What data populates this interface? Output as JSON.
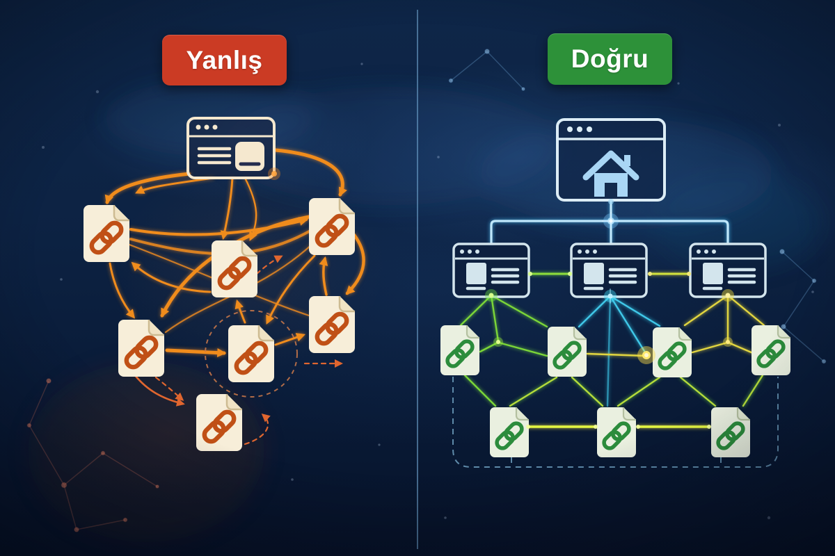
{
  "badges": {
    "wrong": {
      "label": "Yanlış",
      "bg": "#cb3b24",
      "fg": "#ffffff"
    },
    "correct": {
      "label": "Doğru",
      "bg": "#2d9139",
      "fg": "#ffffff"
    }
  },
  "divider": {
    "color": "#6fa3cd"
  },
  "wrong_panel": {
    "top_icon": "webpage-icon",
    "document_icon": "document-chain-link-icon",
    "document_count": 7,
    "arrow_color": "#f08c1e",
    "dashed_accent_color": "#e0662f",
    "page_fill": "#f7eed9",
    "chain_color": "#c05016",
    "has_dashed_circle": true
  },
  "correct_panel": {
    "top_icon": "homepage-browser-icon",
    "house_icon_color": "#a9d6f5",
    "category_window_count": 3,
    "document_icon": "document-chain-link-icon",
    "document_count_row1": 4,
    "document_count_row2": 3,
    "tree_color": "#bfe7fb",
    "link_colors": {
      "green": "#7cd637",
      "cyan": "#3fc8e9",
      "yellow": "#e2d63f",
      "bright": "#e3f542"
    },
    "page_fill": "#eaf0e0",
    "chain_color": "#2c8c3c",
    "dashed_boundary_color": "#5e8aa9"
  }
}
